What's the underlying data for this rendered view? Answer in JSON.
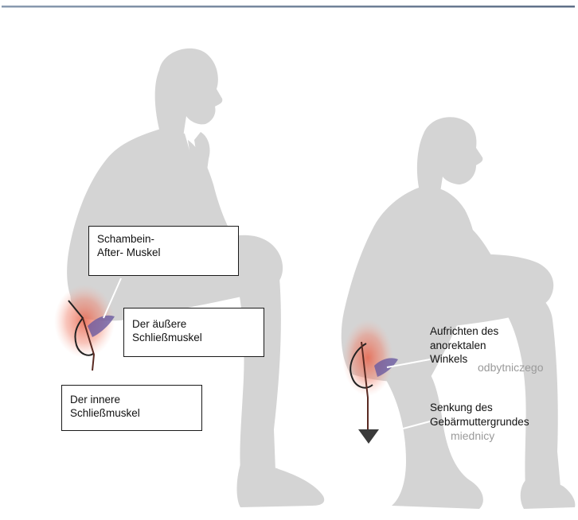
{
  "colors": {
    "figure": "#d4d4d4",
    "highlight": "#e8634a",
    "muscle": "#6a5aa0",
    "arrow": "#3a3a3a",
    "line": "#222222"
  },
  "figures": [
    {
      "name": "man-sitting-on-toilet"
    },
    {
      "name": "man-squatting"
    }
  ],
  "labels": {
    "left": {
      "puborectalis": {
        "line1": "Schambein-",
        "line2": "After- Muskel"
      },
      "external_sphincter": {
        "line1": "Der äußere",
        "line2": "Schließmuskel"
      },
      "internal_sphincter": {
        "line1": "Der innere",
        "line2": "Schließmuskel"
      }
    },
    "right": {
      "anorectal_angle": {
        "line1": "Aufrichten des",
        "line2": "anorektalen",
        "line3": "Winkels"
      },
      "pelvic_floor": {
        "line1": "Senkung des",
        "line2": "Gebärmuttergrundes"
      },
      "ghost_text_1": "odbytniczego",
      "ghost_text_2": "miednicy"
    }
  }
}
